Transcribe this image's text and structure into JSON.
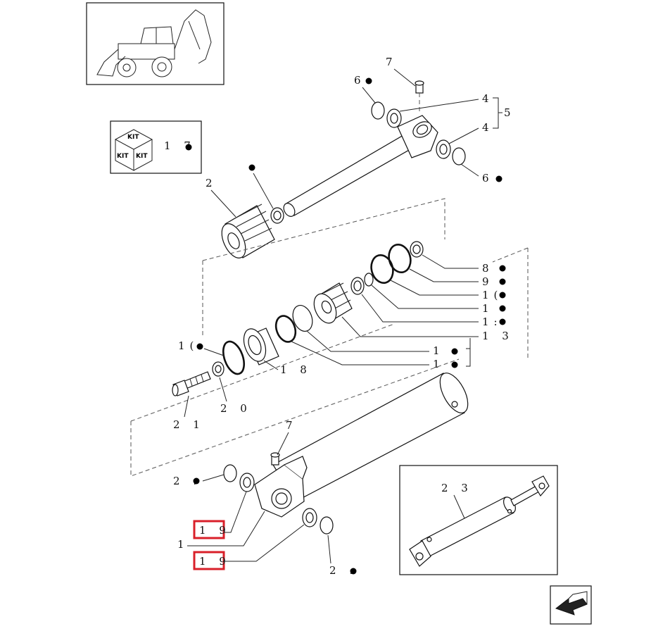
{
  "labels": {
    "l1": "1",
    "l2": "2",
    "l4a": "4",
    "l4b": "4",
    "l5": "5",
    "l6a": "6",
    "l6b": "6",
    "l7a": "7",
    "l7b": "7",
    "l8": "8",
    "l9": "9",
    "l10": "1(",
    "l11": "1",
    "l12": "1:",
    "l13": "1 3",
    "l14": "1",
    "l15": "1",
    "l16": "1(",
    "l17": "1 7",
    "l18": "1 8",
    "l19a": "1 9",
    "l19b": "1 9",
    "l20": "2 0",
    "l21": "2 1",
    "l22a": "2 :",
    "l22b": "2 :",
    "l23": "2 3"
  },
  "kit": {
    "top": "KIT",
    "left": "KIT",
    "right": "KIT"
  },
  "colors": {
    "highlight": "#d9202a",
    "line": "#111111",
    "background": "#ffffff"
  },
  "icons": {
    "machine": "backhoe-loader-icon",
    "kit": "kit-box-icon",
    "nav": "arrow-left-icon",
    "bullet": "bullet-dot-icon"
  }
}
